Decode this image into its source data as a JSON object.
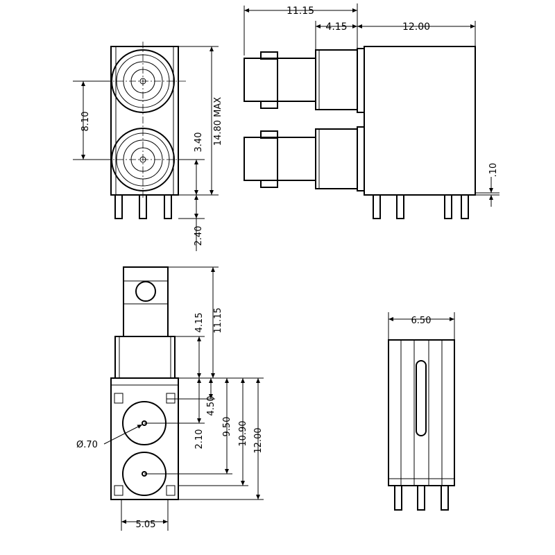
{
  "title": "Dual BNC right-angle connector mechanical drawing",
  "front_view": {
    "dim_pitch": "8.10",
    "dim_pin_offset": "3.40",
    "dim_height": "14.80 MAX",
    "dim_pin_length": "2.40"
  },
  "side_view": {
    "dim_overall": "11.15",
    "dim_flange": "4.15",
    "dim_body": "12.00",
    "dim_standoff": ".10"
  },
  "top_view": {
    "dim_flange": "4.15",
    "dim_overall": "11.15",
    "dim_first_hole": "4.50",
    "dim_second_hole": "9.50",
    "dim_row": "10.90",
    "dim_body": "12.00",
    "dim_pin": "2.10",
    "dim_pin_diameter": "Ø.70",
    "dim_width": "5.05"
  },
  "end_view": {
    "dim_width": "6.50"
  }
}
